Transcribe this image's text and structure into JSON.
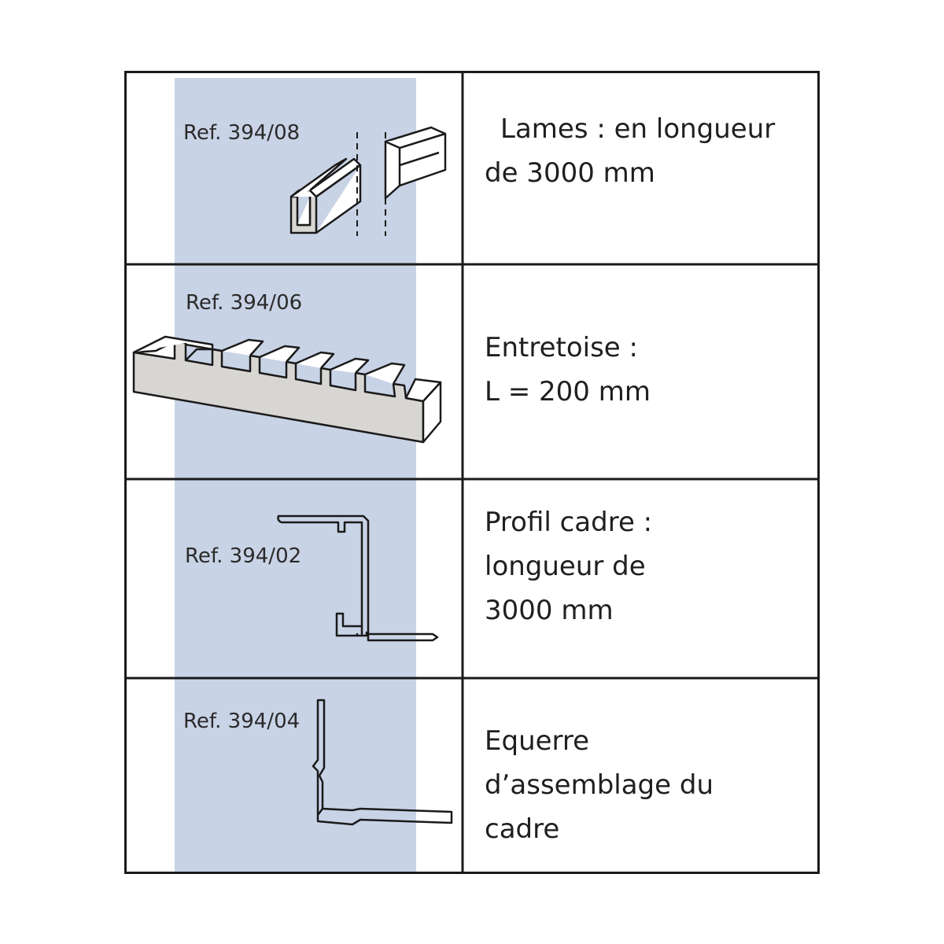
{
  "rows": [
    {
      "ref": "Ref. 394/08",
      "desc": [
        "Lames : en longueur",
        "de 3000 mm"
      ]
    },
    {
      "ref": "Ref. 394/06",
      "desc": [
        "Entretoise :",
        "L = 200 mm"
      ]
    },
    {
      "ref": "Ref. 394/02",
      "desc": [
        "Profil cadre :",
        "longueur de",
        "3000 mm"
      ]
    },
    {
      "ref": "Ref. 394/04",
      "desc": [
        "Equerre",
        "d’assemblage du",
        "cadre"
      ]
    }
  ],
  "colors": {
    "band": "#c9d3e6",
    "border": "#1a1a1a",
    "shading": "#d8d6d2"
  }
}
